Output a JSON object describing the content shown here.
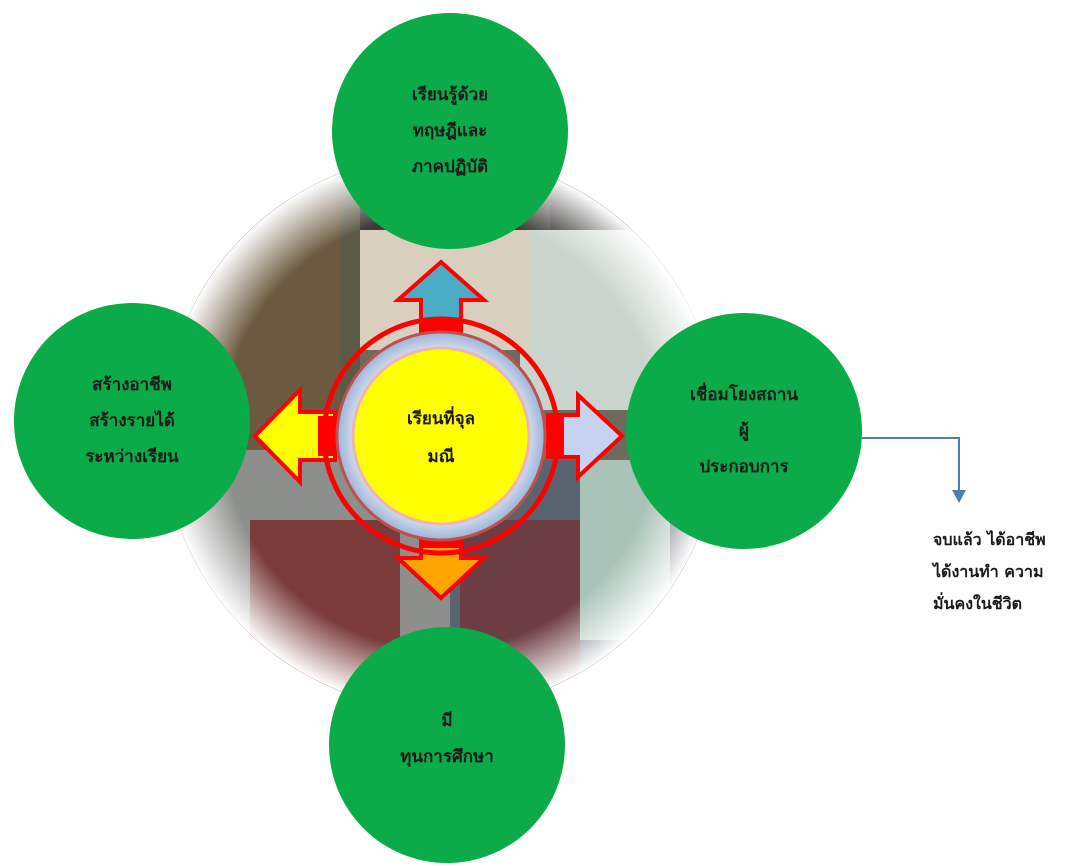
{
  "center": {
    "lines": [
      "เรียนที่จุล",
      "มณี"
    ],
    "fill": "#FFFF00",
    "ring_color": "#FF0000"
  },
  "nodes": {
    "top": {
      "lines": [
        "เรียนรู้ด้วย",
        "ทฤษฎีและ",
        "ภาคปฏิบัติ"
      ]
    },
    "left": {
      "lines": [
        "สร้างอาชีพ",
        "สร้างรายได้",
        "ระหว่างเรียน"
      ]
    },
    "right": {
      "lines": [
        "เชื่อมโยงสถาน",
        "ผู้",
        "ประกอบการ"
      ]
    },
    "bottom": {
      "lines": [
        "มี",
        "ทุนการศึกษา"
      ]
    }
  },
  "outcome": {
    "lines": [
      "จบแล้ว ได้อาชีพ",
      "ได้งานทำ ความ",
      "มั่นคงในชีวิต"
    ]
  },
  "colors": {
    "node_fill": "#0AAB48",
    "arrow_up": "#4BACC6",
    "arrow_left": "#FFFF00",
    "arrow_right": "#C5D3F0",
    "arrow_down": "#FFA500",
    "arrow_outline": "#FF0000",
    "connector": "#4A7EBB"
  },
  "photo_icon": "photo-collage"
}
